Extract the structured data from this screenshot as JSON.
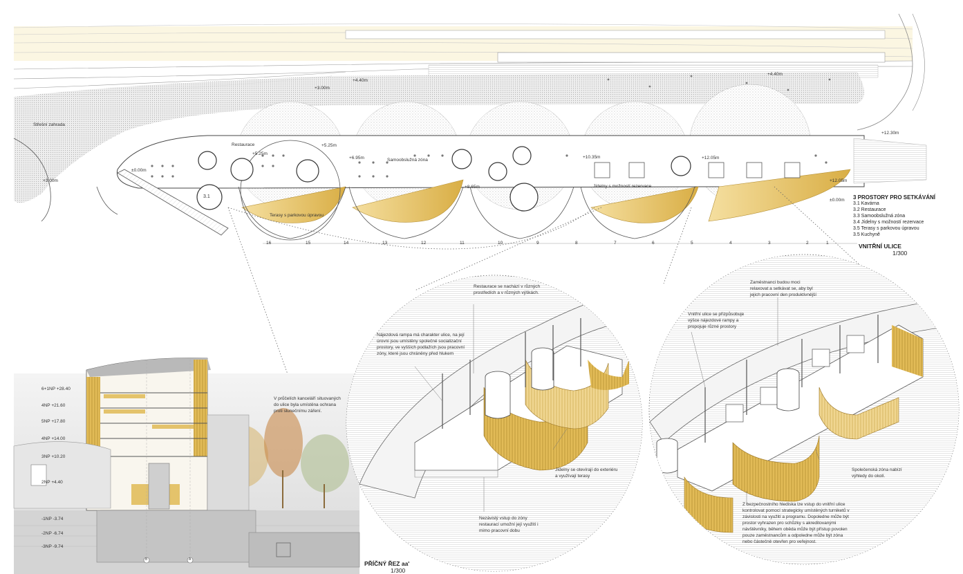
{
  "plan": {
    "space_labels": {
      "roof_garden": "Střešní zahrada",
      "restaurant": "Restaurace",
      "self_service": "Samoobslužná zóna",
      "dining": "Jídelny s možností rezervace",
      "terraces": "Terasy s parkovou úpravou",
      "cafe_number": "3.1"
    },
    "levels": [
      "+3.00m",
      "+4.40m",
      "+4.40m",
      "+5.25m",
      "+5.25m",
      "+6.95m",
      "+8.65m",
      "+10.35m",
      "+12.05m",
      "+12.05m",
      "+12.30m",
      "±0.00m",
      "±0.00m",
      "+3.00m"
    ],
    "grid_numbers": [
      "16",
      "15",
      "14",
      "13",
      "12",
      "11",
      "10",
      "9",
      "8",
      "7",
      "6",
      "5",
      "4",
      "3",
      "2",
      "1"
    ]
  },
  "legend": {
    "heading": "3   PROSTORY PRO SETKÁVÁNÍ",
    "items": [
      "3.1 Kavárna",
      "3.2 Restaurace",
      "3.3 Samoobslužná zóna",
      "3.4 Jídelny s možností rezervace",
      "3.5 Terasy s parkovou úpravou",
      "3.5 Kuchyně"
    ],
    "title": "VNITŘNÍ ULICE",
    "scale": "1/300"
  },
  "section": {
    "levels": [
      {
        "name": "6+1NP",
        "value": "+28.40"
      },
      {
        "name": "4NP",
        "value": "+21.60"
      },
      {
        "name": "5NP",
        "value": "+17.80"
      },
      {
        "name": "4NP",
        "value": "+14.00"
      },
      {
        "name": "3NP",
        "value": "+10.20"
      },
      {
        "name": "2NP",
        "value": "+4.40"
      },
      {
        "name": "-1NP",
        "value": "-3.74"
      },
      {
        "name": "-2NP",
        "value": "-6.74"
      },
      {
        "name": "-3NP",
        "value": "-9.74"
      }
    ],
    "note": "V průčelích kanceláří situovaných do ulice byla umístěna ochrana proti slunečnímu záření.",
    "axes": [
      "B",
      "A"
    ],
    "title": "PŘÍČNÝ ŘEZ aa'",
    "scale": "1/300"
  },
  "callouts_left": [
    "Restaurace se nachází v různých prostředích a v různých výškách.",
    "Nájezdová rampa má charakter ulice, na její úrovni jsou umístěny společné socializační prostory, ve vyšších podlažích jsou pracovní zóny, které jsou chráněny před hlukem",
    "Jídelny se otevírají do exteriéru a využívají terasy",
    "Nezávislý vstup do zóny restaurací umožní její využití i mimo pracovní dobu"
  ],
  "callouts_right": [
    "Zaměstnanci budou moci relaxovat a setkávat se, aby byl jejich pracovní den produktivnější",
    "Vnitřní ulice se přizpůsobuje výšce nájezdové rampy a propojuje různé prostory",
    "Společenská zóna nabízí výhledy do okolí.",
    "Z bezpečnostního hlediska lze vstup do vnitřní ulice kontrolovat pomocí strategicky umístěných turniketů v závislosti na využití a programu. Dopoledne může být prostor vyhrazen pro schůzky s akreditovanými návštěvníky, během oběda může být přístup povolen pouze zaměstnancům a odpoledne může být zóna nebo částečně otevřen pro veřejnost."
  ],
  "colors": {
    "accent_ochre": "#d9b24a",
    "accent_light": "#efd48a",
    "line": "#555555",
    "hatch": "#bdbdbd",
    "tree_autumn": "#d9a858",
    "tree_green": "#b8c9a0"
  }
}
